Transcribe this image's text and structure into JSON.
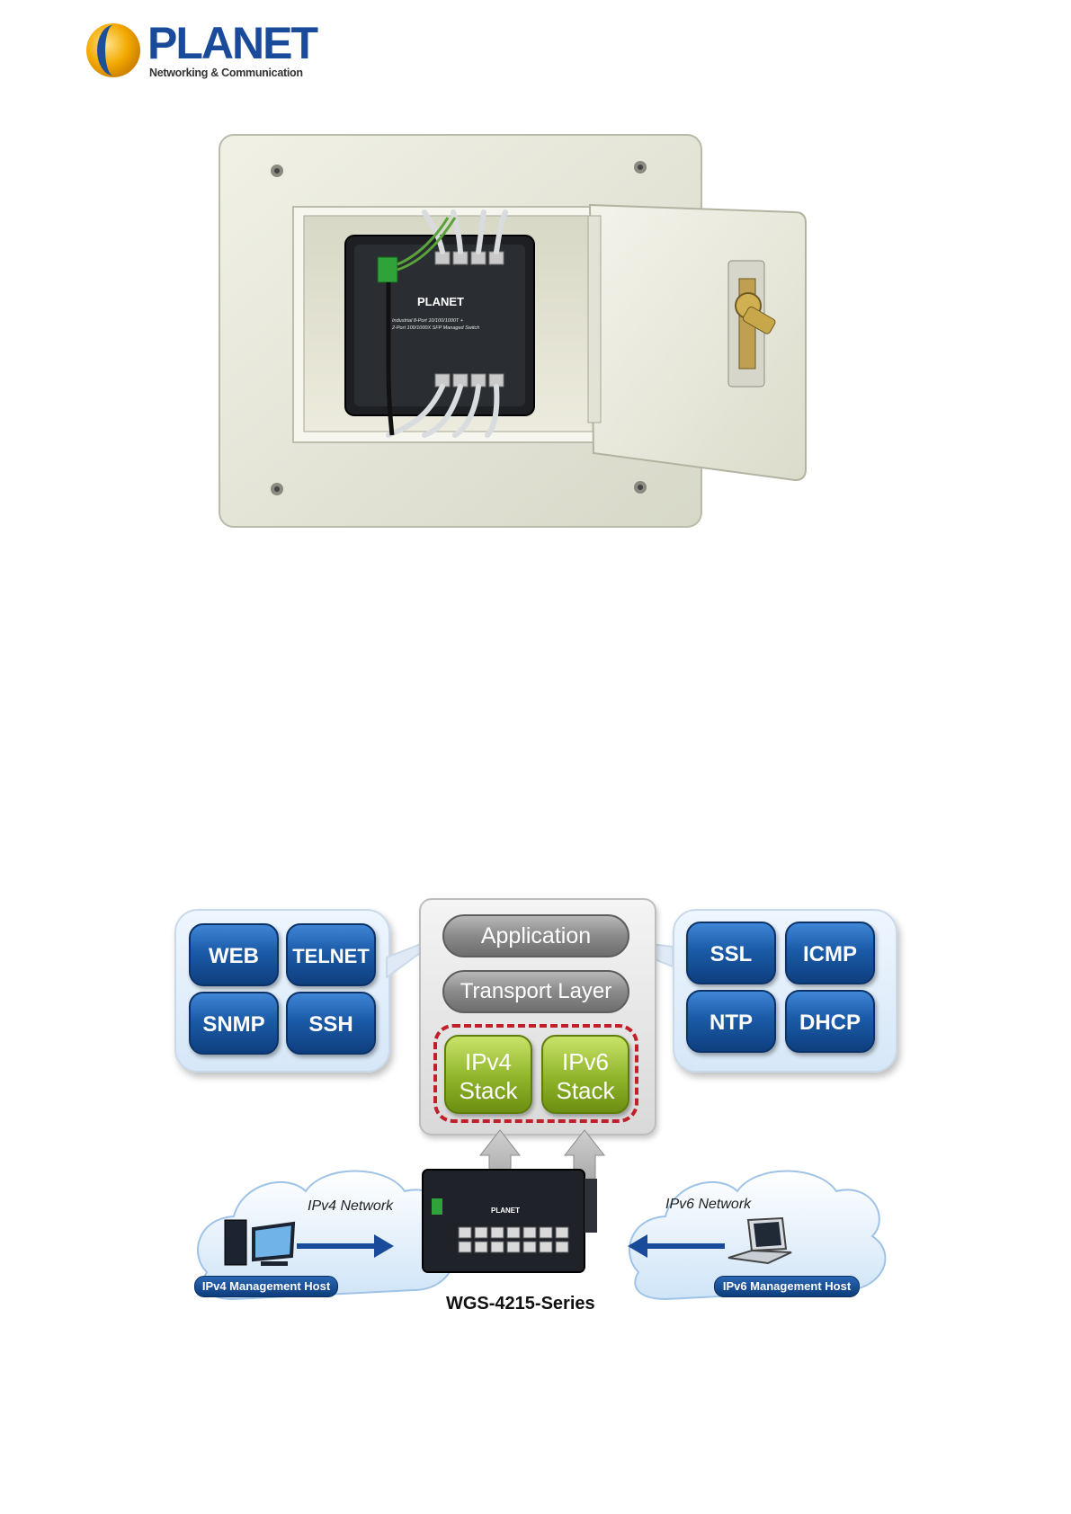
{
  "logo": {
    "brand": "PLANET",
    "tagline": "Networking & Communication"
  },
  "photo": {
    "switch_brand": "PLANET",
    "switch_desc_line1": "Industrial 8-Port 10/100/1000T +",
    "switch_desc_line2": "2-Port 100/1000X SFP Managed Switch"
  },
  "diagram": {
    "left_protocols": [
      "WEB",
      "TELNET",
      "SNMP",
      "SSH"
    ],
    "right_protocols": [
      "SSL",
      "ICMP",
      "NTP",
      "DHCP"
    ],
    "layers": {
      "application": "Application",
      "transport": "Transport Layer",
      "ipv4_line1": "IPv4",
      "ipv4_line2": "Stack",
      "ipv6_line1": "IPv6",
      "ipv6_line2": "Stack"
    },
    "ipv4_network": "IPv4 Network",
    "ipv6_network": "IPv6 Network",
    "ipv4_host": "IPv4 Management Host",
    "ipv6_host": "IPv6 Management Host",
    "switch_brand": "PLANET",
    "series_label": "WGS-4215-Series"
  }
}
